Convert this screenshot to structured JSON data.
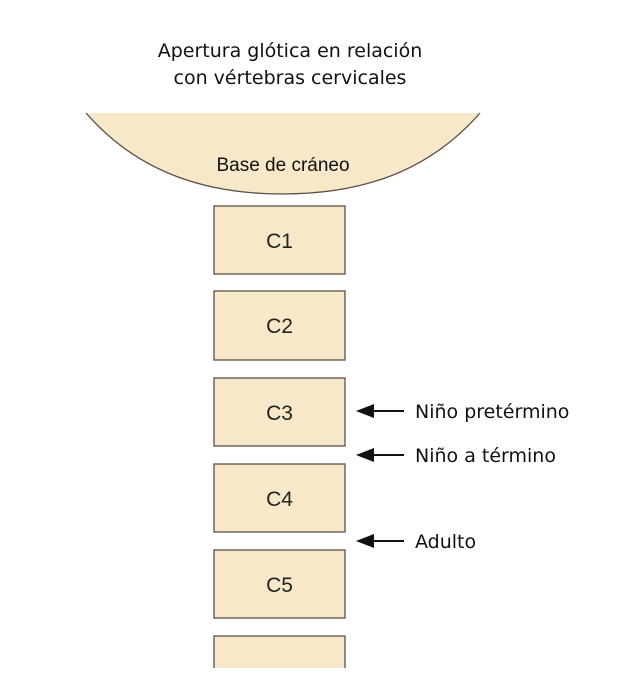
{
  "title": {
    "line1": "Apertura glótica en relación",
    "line2": "con vértebras cervicales"
  },
  "skull": {
    "label": "Base de cráneo"
  },
  "vertebrae": [
    {
      "label": "C1"
    },
    {
      "label": "C2"
    },
    {
      "label": "C3"
    },
    {
      "label": "C4"
    },
    {
      "label": "C5"
    },
    {
      "label": ""
    }
  ],
  "markers": [
    {
      "label": "Niño pretérmino"
    },
    {
      "label": "Niño a término"
    },
    {
      "label": "Adulto"
    }
  ],
  "colors": {
    "bone_fill": "#f6e8c9",
    "outline": "#5a5045",
    "text": "#111111"
  }
}
